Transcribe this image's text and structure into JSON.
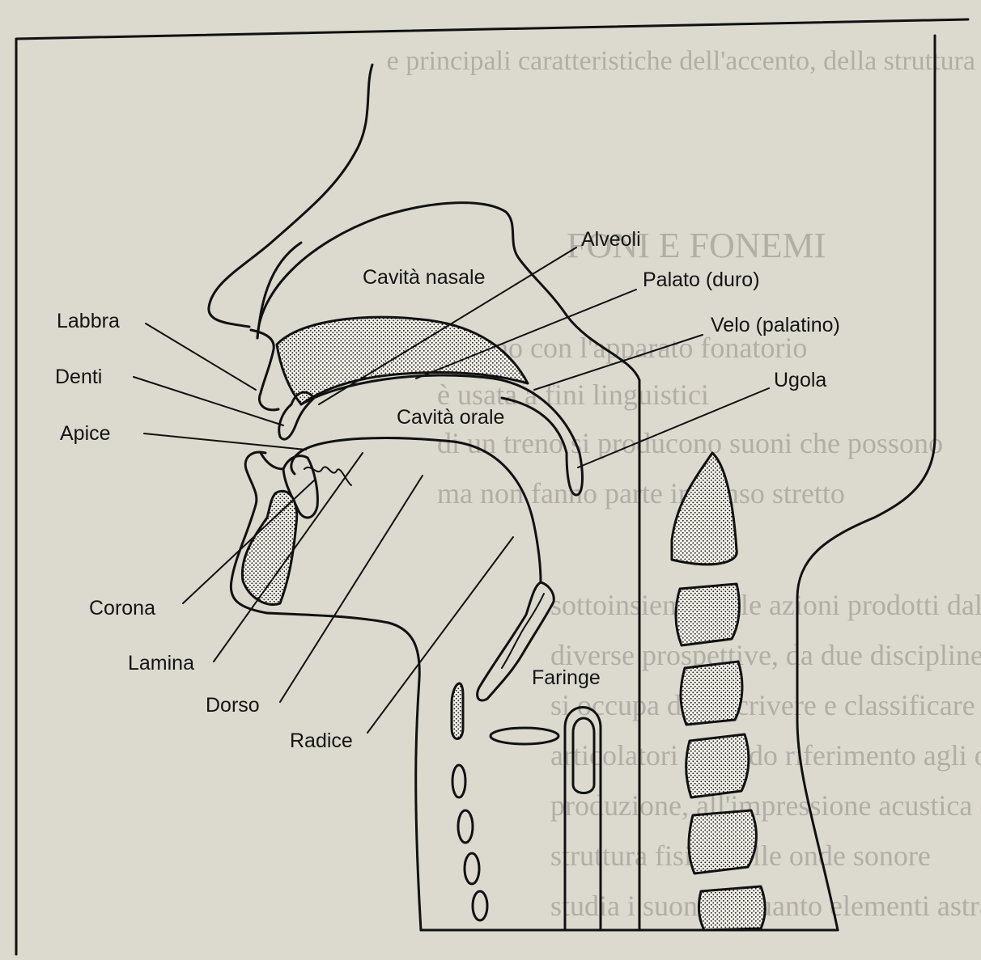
{
  "diagram": {
    "labels": {
      "labbra": "Labbra",
      "denti": "Denti",
      "apice": "Apice",
      "corona": "Corona",
      "lamina": "Lamina",
      "dorso": "Dorso",
      "radice": "Radice",
      "cavita_nasale": "Cavità nasale",
      "cavita_orale": "Cavità orale",
      "alveoli": "Alveoli",
      "palato": "Palato (duro)",
      "velo": "Velo (palatino)",
      "ugola": "Ugola",
      "faringe": "Faringe"
    }
  },
  "bleed_text": {
    "top_line_1": "e principali caratteristiche dell'accento, della struttura",
    "heading": "FONI E FONEMI",
    "line_1": "ducono con l'apparato fonatorio",
    "line_2": "è usata a fini linguistici",
    "line_3": "di un treno si producono suoni che possono",
    "line_4": "ma non fanno parte in senso stretto",
    "line_5": "sottoinsieme delle azioni prodotti dall'appa-",
    "line_6": "diverse prospettive, da due discipline: la",
    "line_7": "si occupa di descrivere e classificare i suoni",
    "line_8": "articolatori facendo riferimento agli organi",
    "line_9": "produzione, all'impressione acustica che pro-",
    "line_10": "struttura fisica delle onde sonore",
    "line_11": "studia i suoni in quanto elementi astratti"
  },
  "colors": {
    "paper": "#dcd9cf",
    "ink": "#111111",
    "bleed": "#8f8c86"
  }
}
